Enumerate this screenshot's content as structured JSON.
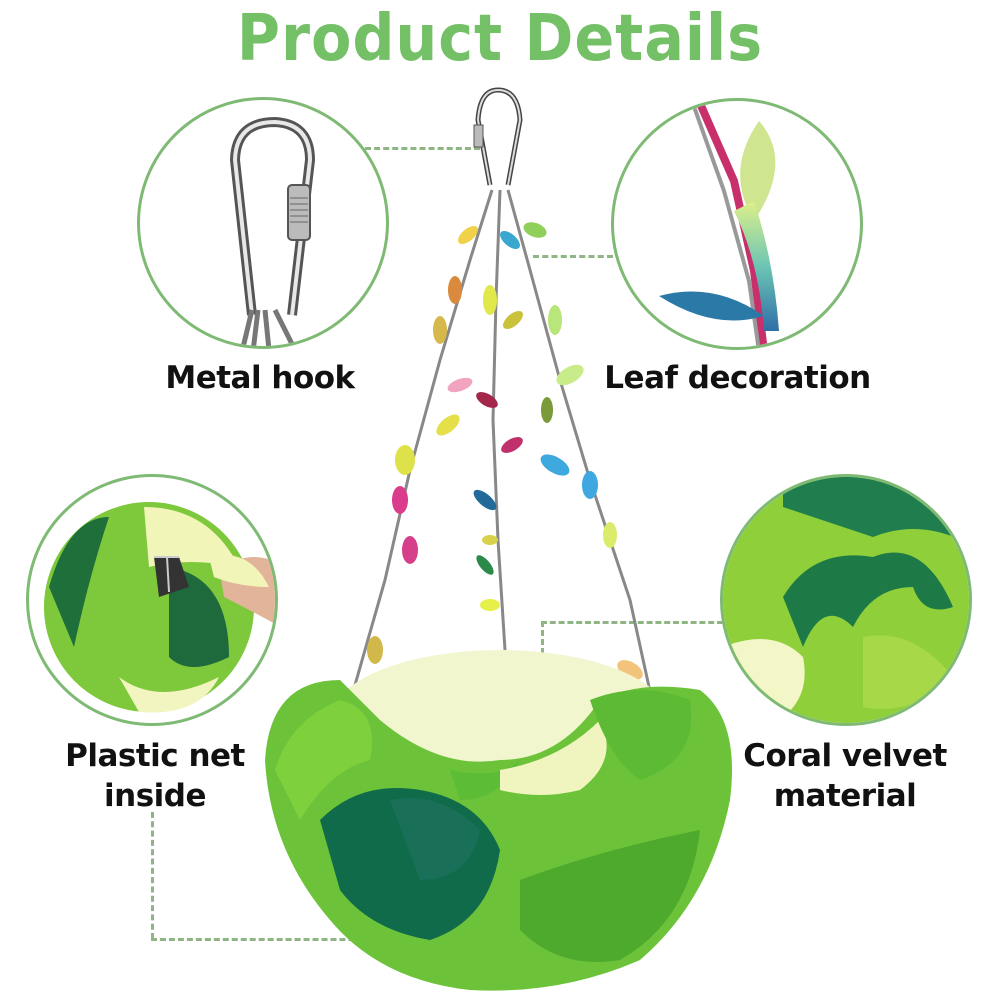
{
  "header": {
    "title": "Product Details"
  },
  "features": [
    {
      "id": "metal-hook",
      "label": "Metal hook"
    },
    {
      "id": "leaf-decoration",
      "label": "Leaf decoration"
    },
    {
      "id": "plastic-net",
      "label_line1": "Plastic net",
      "label_line2": "inside"
    },
    {
      "id": "coral-velvet",
      "label_line1": "Coral velvet",
      "label_line2": "material"
    }
  ],
  "colors": {
    "title_green": "#74c066",
    "circle_border": "#7fba74",
    "dashed_line": "#8fb585",
    "label_text": "#111111",
    "velvet_light": "#7ed13c",
    "velvet_dark": "#0f6b4a",
    "velvet_cream": "#f2f7c4"
  }
}
